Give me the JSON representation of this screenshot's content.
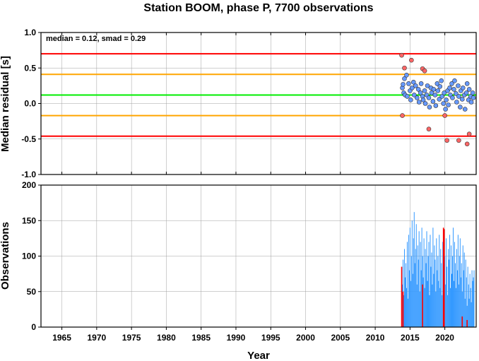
{
  "chart_data": [
    {
      "type": "scatter",
      "title": "Station BOOM, phase P, 7700 observations",
      "ylabel": "Median residual [s]",
      "annotation": "median = 0.12, smad = 0.29",
      "xlim": [
        1962,
        2024.5
      ],
      "ylim": [
        -1.0,
        1.0
      ],
      "yticks": [
        "1.0",
        "0.5",
        "0.0",
        "-0.5",
        "-1.0"
      ],
      "reference_lines": [
        {
          "name": "median",
          "value": 0.12,
          "color": "#00ee00"
        },
        {
          "name": "median + 1 smad",
          "value": 0.41,
          "color": "#ffa500"
        },
        {
          "name": "median - 1 smad",
          "value": -0.17,
          "color": "#ffa500"
        },
        {
          "name": "median + 2 smad",
          "value": 0.7,
          "color": "#ff0000"
        },
        {
          "name": "median - 2 smad",
          "value": -0.46,
          "color": "#ff0000"
        }
      ],
      "series": [
        {
          "name": "within",
          "color": "#6699ff",
          "points": [
            [
              2013.9,
              0.22
            ],
            [
              2014.0,
              0.27
            ],
            [
              2014.1,
              0.15
            ],
            [
              2014.2,
              0.35
            ],
            [
              2014.3,
              0.12
            ],
            [
              2014.5,
              0.4
            ],
            [
              2014.6,
              0.1
            ],
            [
              2014.8,
              0.28
            ],
            [
              2015.0,
              0.18
            ],
            [
              2015.1,
              0.05
            ],
            [
              2015.3,
              0.22
            ],
            [
              2015.5,
              0.3
            ],
            [
              2015.6,
              0.12
            ],
            [
              2015.8,
              0.25
            ],
            [
              2016.0,
              0.08
            ],
            [
              2016.2,
              0.2
            ],
            [
              2016.3,
              0.02
            ],
            [
              2016.5,
              0.15
            ],
            [
              2016.6,
              0.28
            ],
            [
              2016.8,
              0.1
            ],
            [
              2016.9,
              0.05
            ],
            [
              2017.1,
              0.18
            ],
            [
              2017.2,
              0.0
            ],
            [
              2017.4,
              0.12
            ],
            [
              2017.5,
              0.25
            ],
            [
              2017.7,
              0.08
            ],
            [
              2017.8,
              -0.05
            ],
            [
              2018.0,
              0.22
            ],
            [
              2018.1,
              0.15
            ],
            [
              2018.3,
              0.03
            ],
            [
              2018.4,
              0.2
            ],
            [
              2018.6,
              0.12
            ],
            [
              2018.7,
              -0.03
            ],
            [
              2018.9,
              0.28
            ],
            [
              2019.0,
              0.18
            ],
            [
              2019.2,
              0.06
            ],
            [
              2019.3,
              0.24
            ],
            [
              2019.5,
              0.32
            ],
            [
              2019.6,
              0.1
            ],
            [
              2019.8,
              0.0
            ],
            [
              2019.9,
              0.15
            ],
            [
              2020.1,
              -0.08
            ],
            [
              2020.2,
              0.05
            ],
            [
              2020.4,
              0.18
            ],
            [
              2020.5,
              -0.02
            ],
            [
              2020.7,
              0.22
            ],
            [
              2020.8,
              0.12
            ],
            [
              2021.0,
              0.28
            ],
            [
              2021.1,
              0.08
            ],
            [
              2021.3,
              0.2
            ],
            [
              2021.4,
              0.32
            ],
            [
              2021.6,
              0.14
            ],
            [
              2021.7,
              0.02
            ],
            [
              2021.9,
              0.25
            ],
            [
              2022.0,
              0.1
            ],
            [
              2022.2,
              -0.05
            ],
            [
              2022.3,
              0.18
            ],
            [
              2022.5,
              0.06
            ],
            [
              2022.6,
              0.22
            ],
            [
              2022.8,
              0.12
            ],
            [
              2022.9,
              -0.08
            ],
            [
              2023.1,
              0.15
            ],
            [
              2023.2,
              0.28
            ],
            [
              2023.4,
              0.05
            ],
            [
              2023.5,
              0.2
            ],
            [
              2023.7,
              0.1
            ],
            [
              2023.8,
              0.02
            ],
            [
              2024.0,
              0.15
            ],
            [
              2024.1,
              0.08
            ]
          ]
        },
        {
          "name": "outside",
          "color": "#ff6666",
          "points": [
            [
              2013.8,
              0.68
            ],
            [
              2013.9,
              -0.17
            ],
            [
              2014.2,
              0.5
            ],
            [
              2015.2,
              0.61
            ],
            [
              2016.8,
              0.49
            ],
            [
              2017.1,
              0.46
            ],
            [
              2017.7,
              -0.36
            ],
            [
              2020.0,
              -0.17
            ],
            [
              2020.3,
              -0.52
            ],
            [
              2022.0,
              -0.52
            ],
            [
              2023.2,
              -0.57
            ],
            [
              2023.5,
              -0.43
            ]
          ]
        }
      ]
    },
    {
      "type": "bar",
      "xlabel": "Year",
      "ylabel": "Observations",
      "xlim": [
        1962,
        2024.5
      ],
      "ylim": [
        0,
        200
      ],
      "xticks": [
        "1965",
        "1970",
        "1975",
        "1980",
        "1985",
        "1990",
        "1995",
        "2000",
        "2005",
        "2010",
        "2015",
        "2020"
      ],
      "yticks": [
        "200",
        "150",
        "100",
        "50",
        "0"
      ],
      "colors": {
        "within": "#3399ff",
        "outside": "#ff0000"
      },
      "bars": {
        "x": [
          2013.8,
          2013.9,
          2014.0,
          2014.1,
          2014.2,
          2014.3,
          2014.4,
          2014.5,
          2014.6,
          2014.7,
          2014.8,
          2014.9,
          2015.0,
          2015.1,
          2015.2,
          2015.3,
          2015.4,
          2015.5,
          2015.6,
          2015.7,
          2015.8,
          2015.9,
          2016.0,
          2016.1,
          2016.2,
          2016.3,
          2016.4,
          2016.5,
          2016.6,
          2016.7,
          2016.8,
          2016.9,
          2017.0,
          2017.1,
          2017.2,
          2017.3,
          2017.4,
          2017.5,
          2017.6,
          2017.7,
          2017.8,
          2017.9,
          2018.0,
          2018.1,
          2018.2,
          2018.3,
          2018.4,
          2018.5,
          2018.6,
          2018.7,
          2018.8,
          2018.9,
          2019.0,
          2019.1,
          2019.2,
          2019.3,
          2019.4,
          2019.5,
          2019.6,
          2019.7,
          2019.8,
          2019.9,
          2020.0,
          2020.1,
          2020.2,
          2020.3,
          2020.4,
          2020.5,
          2020.6,
          2020.7,
          2020.8,
          2020.9,
          2021.0,
          2021.1,
          2021.2,
          2021.3,
          2021.4,
          2021.5,
          2021.6,
          2021.7,
          2021.8,
          2021.9,
          2022.0,
          2022.1,
          2022.2,
          2022.3,
          2022.4,
          2022.5,
          2022.6,
          2022.7,
          2022.8,
          2022.9,
          2023.0,
          2023.1,
          2023.2,
          2023.3,
          2023.4,
          2023.5,
          2023.6,
          2023.7,
          2023.8,
          2023.9,
          2024.0,
          2024.1,
          2024.2
        ],
        "values": [
          85,
          60,
          95,
          45,
          110,
          70,
          90,
          55,
          120,
          40,
          130,
          80,
          140,
          65,
          100,
          150,
          75,
          125,
          162,
          90,
          110,
          145,
          60,
          115,
          95,
          135,
          50,
          120,
          80,
          140,
          100,
          70,
          125,
          55,
          110,
          90,
          135,
          65,
          100,
          120,
          45,
          130,
          85,
          105,
          60,
          140,
          75,
          115,
          95,
          50,
          125,
          80,
          100,
          65,
          130,
          55,
          110,
          90,
          45,
          120,
          138,
          70,
          100,
          60,
          125,
          85,
          45,
          110,
          95,
          130,
          55,
          115,
          75,
          100,
          140,
          65,
          120,
          90,
          55,
          110,
          80,
          130,
          60,
          100,
          125,
          70,
          90,
          50,
          115,
          80,
          105,
          40,
          95,
          70,
          30,
          85,
          60,
          40,
          75,
          55,
          35,
          80,
          65,
          70,
          80
        ],
        "outside_x": [
          2013.8,
          2014.0,
          2016.8,
          2019.8,
          2019.9,
          2022.5,
          2023.2
        ],
        "outside_values": [
          85,
          50,
          60,
          140,
          138,
          15,
          10
        ]
      }
    }
  ]
}
